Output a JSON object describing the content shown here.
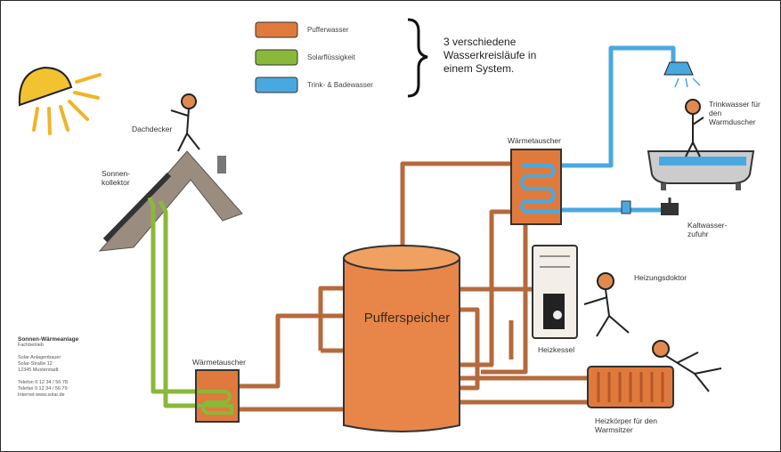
{
  "legend": [
    {
      "label": "Pufferwasser",
      "color": "#e07a3c"
    },
    {
      "label": "Solarflüssigkeit",
      "color": "#8ab83a"
    },
    {
      "label": "Trink- & Badewasser",
      "color": "#4aa8e0"
    }
  ],
  "summary": "3 verschiedene Wasserkreisläufe in einem System.",
  "labels": {
    "roofer": "Dachdecker",
    "collector": "Sonnen-\nkollektor",
    "hx_top": "Wärmetauscher",
    "hx_bottom": "Wärmetauscher",
    "tank": "Pufferspeicher",
    "bath": "Trinkwasser für den Warmduscher",
    "cold": "Kaltwasser-\nzufuhr",
    "doctor": "Heizungsdoktor",
    "boiler": "Heizkessel",
    "radiator": "Heizkörper für den Warmsitzer"
  },
  "company": {
    "name": "Sonnen-Wärmeanlage",
    "lines": [
      "Fachbetrieb",
      "",
      "Solar Anlagenbauer",
      "Solar-Straße 12",
      "12345 Musterstadt",
      "",
      "Telefon  0 12 34 / 56 78",
      "Telefax  0 12 34 / 56 79",
      "Internet  www.solar.de"
    ]
  }
}
